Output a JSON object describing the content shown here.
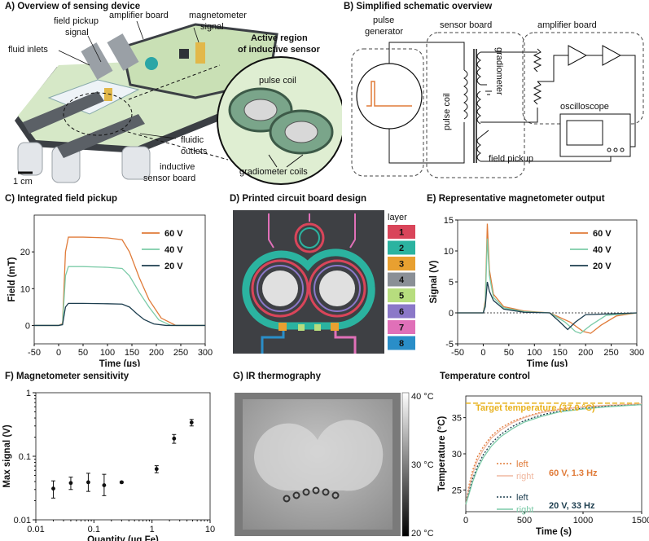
{
  "panels": {
    "a": {
      "title": "A) Overview of sensing device",
      "labels": {
        "fluid_inlets": "fluid inlets",
        "field_pickup": "field pickup",
        "signal1": "signal",
        "amplifier_board": "amplifier board",
        "magnetometer": "magnetometer",
        "signal2": "signal",
        "active_region_1": "Active region",
        "active_region_2": "of inductive sensor",
        "pulse_coil": "pulse coil",
        "fluidic": "fluidic",
        "outlets": "outlets",
        "inductive": "inductive",
        "sensor_board": "sensor board",
        "gradiometer_coils": "gradiometer coils",
        "scale": "1 cm"
      }
    },
    "b": {
      "title": "B) Simplified schematic overview",
      "labels": {
        "pulse": "pulse",
        "generator": "generator",
        "sensor_board": "sensor board",
        "amplifier_board": "amplifier board",
        "gradiometer": "gradiometer",
        "pulse_coil": "pulse coil",
        "oscilloscope": "oscilloscope",
        "field_pickup": "field pickup"
      }
    },
    "c": {
      "title": "C) Integrated field pickup"
    },
    "d": {
      "title": "D) Printed circuit board design",
      "layer_label": "layer",
      "layers": [
        {
          "n": "1",
          "color": "#d9455a"
        },
        {
          "n": "2",
          "color": "#2bb3a0"
        },
        {
          "n": "3",
          "color": "#e8a030"
        },
        {
          "n": "4",
          "color": "#8a8f96"
        },
        {
          "n": "5",
          "color": "#b7dd7e"
        },
        {
          "n": "6",
          "color": "#8b78c8"
        },
        {
          "n": "7",
          "color": "#e070b8"
        },
        {
          "n": "8",
          "color": "#2a8ec8"
        }
      ]
    },
    "e": {
      "title": "E) Representative magnetometer output"
    },
    "f": {
      "title": "F) Magnetometer sensitivity"
    },
    "g": {
      "title": "G) IR thermography",
      "scale_labels": [
        "40 °C",
        "30 °C",
        "20 °C"
      ]
    },
    "h": {
      "title": "Temperature control",
      "target_label": "Target temperature (37.0 °C)"
    }
  },
  "chart_data": [
    {
      "id": "C",
      "type": "line",
      "title": "C) Integrated field pickup",
      "xlabel": "Time (µs)",
      "ylabel": "Field (mT)",
      "xlim": [
        -50,
        300
      ],
      "ylim": [
        -5,
        30
      ],
      "xticks": [
        -50,
        0,
        50,
        100,
        150,
        200,
        250,
        300
      ],
      "yticks": [
        0,
        10,
        20
      ],
      "legend": "top-right",
      "series": [
        {
          "name": "60 V",
          "color": "#e07b39",
          "x": [
            -50,
            0,
            8,
            14,
            20,
            50,
            100,
            130,
            145,
            165,
            185,
            210,
            240,
            300
          ],
          "y": [
            0,
            0,
            0.5,
            20,
            24,
            24,
            23.8,
            23.3,
            20,
            13,
            7,
            2,
            0,
            0
          ]
        },
        {
          "name": "40 V",
          "color": "#7ccba8",
          "x": [
            -50,
            0,
            8,
            14,
            20,
            50,
            100,
            130,
            145,
            165,
            185,
            205,
            230,
            300
          ],
          "y": [
            0,
            0,
            0.3,
            13.5,
            16,
            16,
            15.8,
            15.5,
            13.5,
            9,
            5,
            1.5,
            0,
            0
          ]
        },
        {
          "name": "20 V",
          "color": "#1d3e4f",
          "x": [
            -50,
            0,
            8,
            14,
            20,
            50,
            100,
            130,
            145,
            160,
            175,
            195,
            220,
            300
          ],
          "y": [
            0,
            0,
            0.2,
            5,
            6,
            6,
            5.9,
            5.8,
            5,
            3.2,
            1.6,
            0.4,
            0,
            0
          ]
        }
      ]
    },
    {
      "id": "E",
      "type": "line",
      "title": "E) Representative magnetometer output",
      "xlabel": "Time (µs)",
      "ylabel": "Signal (V)",
      "xlim": [
        -50,
        300
      ],
      "ylim": [
        -5,
        15
      ],
      "xticks": [
        -50,
        0,
        50,
        100,
        150,
        200,
        250,
        300
      ],
      "yticks": [
        -5,
        0,
        5,
        10,
        15
      ],
      "legend": "top-right",
      "series": [
        {
          "name": "60 V",
          "color": "#e07b39",
          "x": [
            -50,
            0,
            4,
            8,
            12,
            20,
            40,
            80,
            130,
            170,
            195,
            210,
            230,
            260,
            300
          ],
          "y": [
            0,
            0,
            2,
            14.4,
            7,
            3,
            1,
            0.3,
            0,
            -1.5,
            -3,
            -3.3,
            -2,
            -0.5,
            0
          ]
        },
        {
          "name": "40 V",
          "color": "#7ccba8",
          "x": [
            -50,
            0,
            4,
            8,
            12,
            20,
            40,
            80,
            130,
            160,
            180,
            190,
            210,
            240,
            300
          ],
          "y": [
            0,
            0,
            1.5,
            12,
            6,
            2.5,
            0.8,
            0.2,
            0,
            -1.5,
            -3,
            -3.3,
            -2,
            -0.4,
            0
          ]
        },
        {
          "name": "20 V",
          "color": "#1d3e4f",
          "x": [
            -50,
            0,
            4,
            8,
            12,
            20,
            40,
            80,
            130,
            150,
            165,
            180,
            200,
            300
          ],
          "y": [
            0,
            0,
            1,
            5,
            3.5,
            2,
            0.6,
            0.1,
            0,
            -1.5,
            -2.7,
            -1.5,
            -0.3,
            0
          ]
        }
      ]
    },
    {
      "id": "F",
      "type": "scatter",
      "title": "F) Magnetometer sensitivity",
      "xlabel": "Quantity (µg Fe)",
      "ylabel": "Max signal (V)",
      "xscale": "log",
      "yscale": "log",
      "xlim": [
        0.01,
        10
      ],
      "ylim": [
        0.01,
        1
      ],
      "xticks": [
        0.01,
        0.1,
        1,
        10
      ],
      "yticks": [
        0.01,
        0.1,
        1
      ],
      "points": [
        {
          "x": 0.02,
          "y": 0.031,
          "ylo": 0.022,
          "yhi": 0.041
        },
        {
          "x": 0.04,
          "y": 0.038,
          "ylo": 0.03,
          "yhi": 0.047
        },
        {
          "x": 0.08,
          "y": 0.039,
          "ylo": 0.028,
          "yhi": 0.054
        },
        {
          "x": 0.15,
          "y": 0.035,
          "ylo": 0.024,
          "yhi": 0.052
        },
        {
          "x": 0.3,
          "y": 0.039,
          "ylo": 0.038,
          "yhi": 0.04
        },
        {
          "x": 1.2,
          "y": 0.063,
          "ylo": 0.055,
          "yhi": 0.071
        },
        {
          "x": 2.4,
          "y": 0.19,
          "ylo": 0.16,
          "yhi": 0.22
        },
        {
          "x": 4.8,
          "y": 0.34,
          "ylo": 0.3,
          "yhi": 0.38
        }
      ]
    },
    {
      "id": "H",
      "type": "line",
      "title": "Temperature control",
      "xlabel": "Time (s)",
      "ylabel": "Temperature (°C)",
      "xlim": [
        0,
        1500
      ],
      "ylim": [
        22,
        38
      ],
      "xticks": [
        0,
        500,
        1000,
        1500
      ],
      "yticks": [
        25,
        30,
        35
      ],
      "target": 37.0,
      "target_color": "#e8b21e",
      "series": [
        {
          "name": "left",
          "color": "#e07b39",
          "dash": "2,2",
          "x": [
            0,
            25,
            60,
            100,
            150,
            220,
            300,
            400,
            500,
            650,
            800,
            1000,
            1200,
            1500
          ],
          "y": [
            23,
            25.5,
            27.8,
            29.6,
            31,
            32.5,
            33.6,
            34.5,
            35.1,
            35.8,
            36.2,
            36.5,
            36.7,
            36.9
          ]
        },
        {
          "name": "right",
          "color": "#f0b8a0",
          "dash": "",
          "x": [
            0,
            25,
            60,
            100,
            150,
            220,
            300,
            400,
            500,
            650,
            800,
            1000,
            1200,
            1500
          ],
          "y": [
            23,
            25,
            27.3,
            29.1,
            30.6,
            32.2,
            33.3,
            34.3,
            35,
            35.7,
            36.1,
            36.5,
            36.7,
            36.9
          ]
        },
        {
          "name": "left",
          "color": "#1d3e4f",
          "dash": "2,2",
          "x": [
            0,
            25,
            60,
            100,
            150,
            220,
            300,
            400,
            500,
            650,
            800,
            1000,
            1200,
            1500
          ],
          "y": [
            23,
            24.6,
            26.6,
            28.3,
            29.9,
            31.5,
            32.7,
            33.8,
            34.6,
            35.4,
            35.9,
            36.3,
            36.6,
            36.8
          ]
        },
        {
          "name": "right",
          "color": "#7ccba8",
          "dash": "",
          "x": [
            0,
            25,
            60,
            100,
            150,
            220,
            300,
            400,
            500,
            650,
            800,
            1000,
            1200,
            1500
          ],
          "y": [
            23,
            24.3,
            26.2,
            27.9,
            29.5,
            31.1,
            32.4,
            33.5,
            34.4,
            35.2,
            35.8,
            36.2,
            36.5,
            36.8
          ]
        }
      ],
      "annotations": [
        "60 V, 1.3 Hz",
        "20 V, 33 Hz"
      ]
    }
  ]
}
